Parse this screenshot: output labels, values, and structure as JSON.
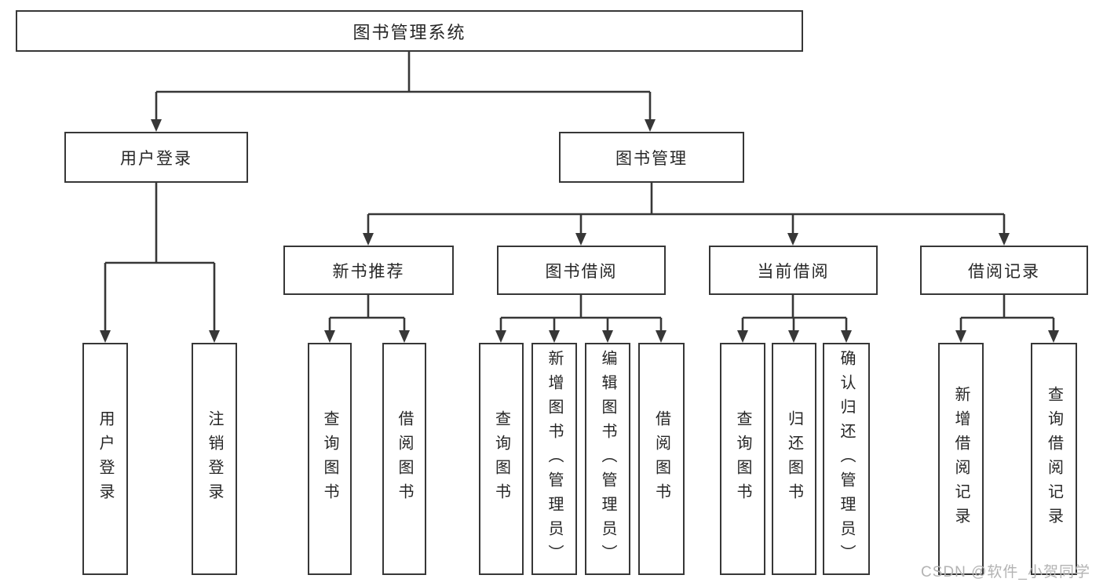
{
  "diagram": {
    "root": {
      "label": "图书管理系统"
    },
    "branches": {
      "user_login": {
        "label": "用户登录"
      },
      "book_management": {
        "label": "图书管理"
      }
    },
    "modules": {
      "new_book_recommend": {
        "label": "新书推荐"
      },
      "book_borrow": {
        "label": "图书借阅"
      },
      "current_borrow": {
        "label": "当前借阅"
      },
      "borrow_record": {
        "label": "借阅记录"
      }
    },
    "functions": {
      "user_login_fn": {
        "label": "用户登录"
      },
      "logout": {
        "label": "注销登录"
      },
      "nb_query_books": {
        "label": "查询图书"
      },
      "nb_borrow_books": {
        "label": "借阅图书"
      },
      "bb_query_books": {
        "label": "查询图书"
      },
      "bb_add_books": {
        "label": "新增图书（管理员）"
      },
      "bb_edit_books": {
        "label": "编辑图书（管理员）"
      },
      "bb_borrow_books": {
        "label": "借阅图书"
      },
      "cb_query_books": {
        "label": "查询图书"
      },
      "cb_return_books": {
        "label": "归还图书"
      },
      "cb_confirm_return": {
        "label": "确认归还（管理员）"
      },
      "br_add_record": {
        "label": "新增借阅记录"
      },
      "br_query_record": {
        "label": "查询借阅记录"
      }
    }
  },
  "watermark": {
    "text": "CSDN @软件_小贺同学"
  },
  "colors": {
    "line": "#373737",
    "text": "#262626",
    "background": "#ffffff",
    "watermark": "#b3b3b3"
  }
}
